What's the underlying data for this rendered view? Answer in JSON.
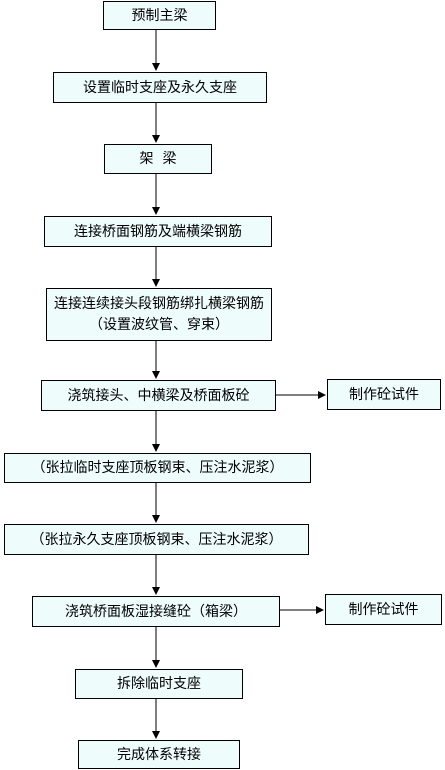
{
  "diagram": {
    "steps": [
      "预制主梁",
      "设置临时支座及永久支座",
      "架  梁",
      "连接桥面钢筋及端横梁钢筋",
      "连接连续接头段钢筋绑扎横梁钢筋（设置波纹管、穿束）",
      "浇筑接头、中横梁及桥面板砼",
      "（张拉临时支座顶板钢束、压注水泥浆）",
      "（张拉永久支座顶板钢束、压注水泥浆）",
      "浇筑桥面板湿接缝砼（箱梁）",
      "拆除临时支座",
      "完成体系转接"
    ],
    "side_boxes": [
      "制作砼试件",
      "制作砼试件"
    ]
  }
}
